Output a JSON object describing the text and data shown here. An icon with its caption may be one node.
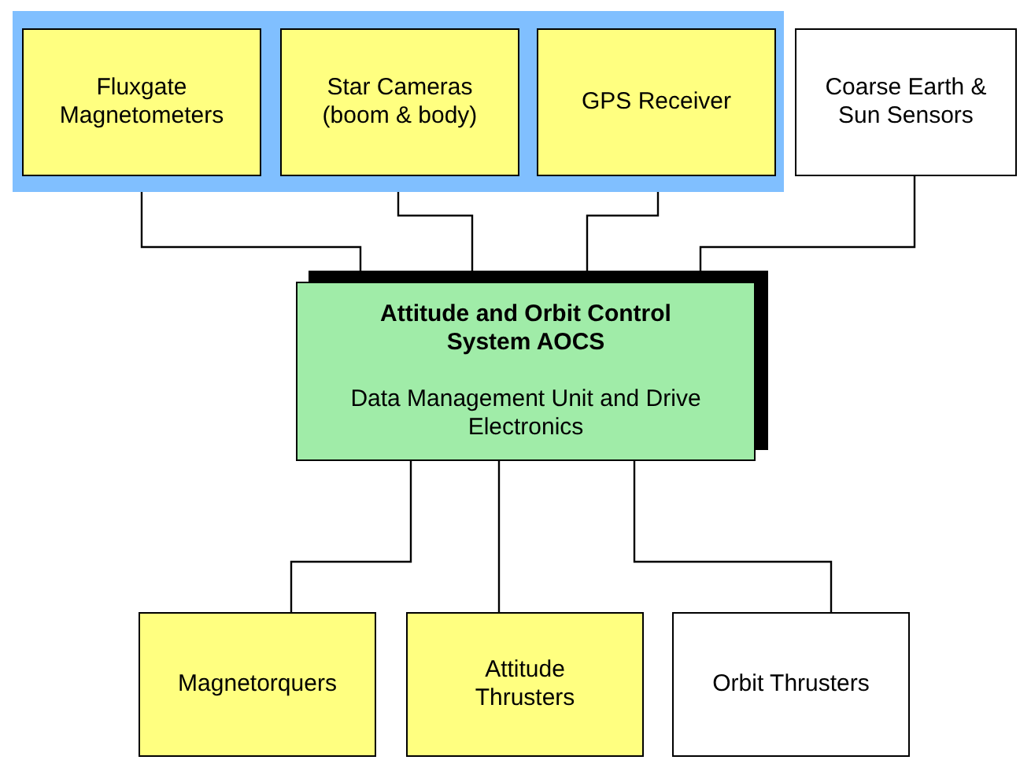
{
  "diagram": {
    "nodes": [
      {
        "text": [],
        "shape": "box"
      },
      {
        "text": [
          "Fluxgate Magnetometers"
        ],
        "in": 0
      },
      {
        "text": [
          "Star Cameras (boom & body)"
        ],
        "in": 0
      },
      {
        "text": [
          "GPS Receiver"
        ],
        "in": 0
      },
      {
        "text": [
          "Coarse Earth & Sun Sensors"
        ]
      },
      {
        "text": [
          "Attitude and Orbit Control System AOCS",
          "Data Management Unit and Drive Electronics"
        ]
      },
      {
        "text": [
          "Magnetorquers"
        ]
      },
      {
        "text": [
          "Attitude Thrusters"
        ]
      },
      {
        "text": [
          "Orbit Thrusters"
        ]
      }
    ],
    "edges": [
      {
        "from": 1,
        "to": 5,
        "arrow": "none"
      },
      {
        "from": 2,
        "to": 5,
        "arrow": "none"
      },
      {
        "from": 3,
        "to": 5,
        "arrow": "none"
      },
      {
        "from": 4,
        "to": 5,
        "arrow": "none"
      },
      {
        "from": 5,
        "to": 6,
        "arrow": "none"
      },
      {
        "from": 5,
        "to": 7,
        "arrow": "none"
      },
      {
        "from": 5,
        "to": 8,
        "arrow": "none"
      }
    ]
  }
}
